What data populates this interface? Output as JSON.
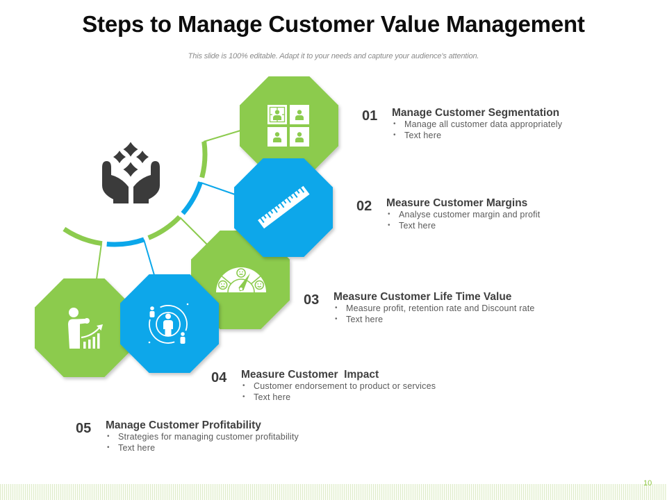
{
  "slide": {
    "title": "Steps to Manage Customer Value Management",
    "subtitle": "This slide is 100% editable. Adapt it to your needs and capture your audience's attention.",
    "page_number": "10",
    "bullet_symbol": "•"
  },
  "colors": {
    "green": "#8CCB4E",
    "blue": "#0BA7EA",
    "icon_dark": "#3B3B3B",
    "white": "#FFFFFF"
  },
  "center_icon": "hands-sparkles-icon",
  "steps": [
    {
      "number": "01",
      "title": "Manage Customer Segmentation",
      "bullets": [
        "Manage all customer data appropriately",
        "Text here"
      ],
      "color": "green",
      "icon": "customer-segmentation-icon"
    },
    {
      "number": "02",
      "title": "Measure Customer Margins",
      "bullets": [
        "Analyse customer margin and profit",
        "Text here"
      ],
      "color": "blue",
      "icon": "ruler-icon"
    },
    {
      "number": "03",
      "title": "Measure Customer Life Time Value",
      "bullets": [
        "Measure profit, retention rate and Discount rate",
        "Text here"
      ],
      "color": "green",
      "icon": "satisfaction-gauge-icon"
    },
    {
      "number": "04",
      "title": "Measure Customer  Impact",
      "bullets": [
        "Customer endorsement to product or services",
        "Text here"
      ],
      "color": "blue",
      "icon": "customer-orbit-icon"
    },
    {
      "number": "05",
      "title": "Manage Customer Profitability",
      "bullets": [
        "Strategies for managing customer profitability",
        "Text here"
      ],
      "color": "green",
      "icon": "presenter-growth-chart-icon"
    }
  ]
}
